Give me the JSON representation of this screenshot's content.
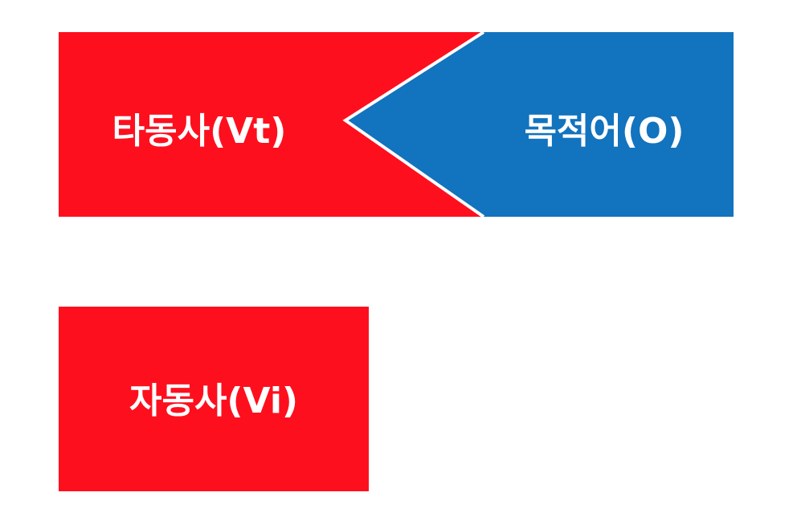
{
  "colors": {
    "transitive_block": "#fe0f1e",
    "object_block": "#1273be",
    "intransitive_block": "#fe0f1e",
    "label_text": "#ffffff",
    "divider": "#ffffff"
  },
  "transitive_row": {
    "verb_label": "타동사(Vt)",
    "object_label": "목적어(O)"
  },
  "intransitive_row": {
    "verb_label": "자동사(Vi)"
  }
}
